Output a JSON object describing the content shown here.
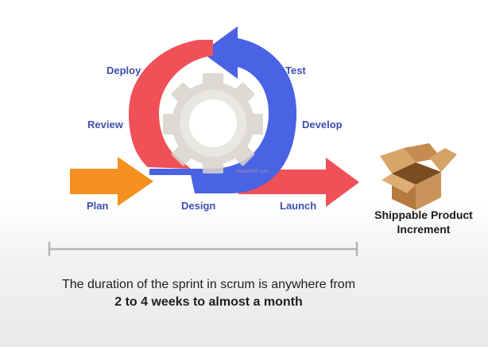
{
  "diagram": {
    "stages": {
      "deploy": "Deploy",
      "test": "Test",
      "review": "Review",
      "develop": "Develop",
      "plan": "Plan",
      "design": "Design",
      "launch": "Launch"
    },
    "watermark": "MakeAGIF.com",
    "colors": {
      "red": "#f05057",
      "blue": "#4a62e4",
      "orange": "#f69020",
      "label_blue": "#3d4fb0",
      "gear": "#d8d4cc",
      "timeline": "#b5b5b5",
      "box": "#c8945a"
    },
    "icons": [
      "gear-icon",
      "open-box-icon"
    ]
  },
  "product": {
    "line1": "Shippable Product",
    "line2": "Increment"
  },
  "caption": {
    "line1": "The duration of the sprint in scrum is anywhere from",
    "line2": "2 to 4 weeks to almost a month"
  }
}
